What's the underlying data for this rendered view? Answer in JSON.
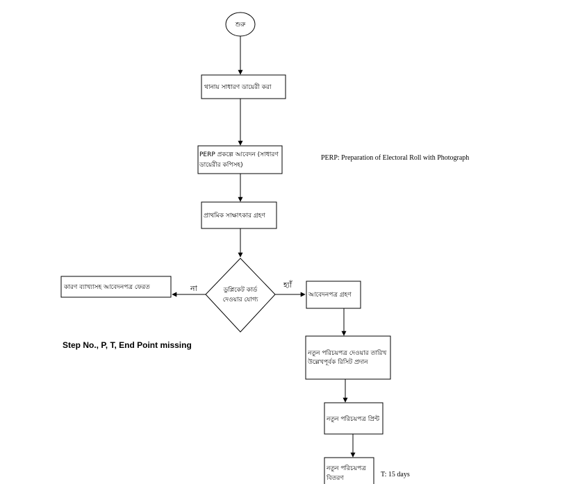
{
  "nodes": {
    "start": "শুরু",
    "register_gd": "থানায় সাধারণ ডায়েরী করা",
    "apply_line1": "PERP প্রকল্পে আবেদন (সাধারণ",
    "apply_line2": "ডায়েরীর কপিসহ)",
    "interview": "প্রাথমিক সাক্ষাৎকার গ্রহণ",
    "decision_line1": "ডুপ্লিকেট কার্ড",
    "decision_line2": "দেওয়ার যোগ্য",
    "return_app": "কারণ ব্যাখ্যাসহ আবেদনপত্র ফেরত",
    "accept_app": "আবেদনপত্র গ্রহণ",
    "receipt_line1": "নতুন পরিচয়পত্র দেওয়ার তারিখ",
    "receipt_line2": "উল্লেখপূর্বক রিসিট প্রদান",
    "print_card": "নতুন পরিচয়পত্র প্রিন্ট",
    "deliver_line1": "নতুন পরিচয়পত্র",
    "deliver_line2": "বিতরণ"
  },
  "edges": {
    "no_label": "না",
    "yes_label": "হ্যাঁ"
  },
  "notes": {
    "perp_definition": "PERP: Preparation of Electoral Roll with Photograph",
    "missing_info": "Step No., P, T, End Point missing",
    "time": "T: 15 days"
  }
}
